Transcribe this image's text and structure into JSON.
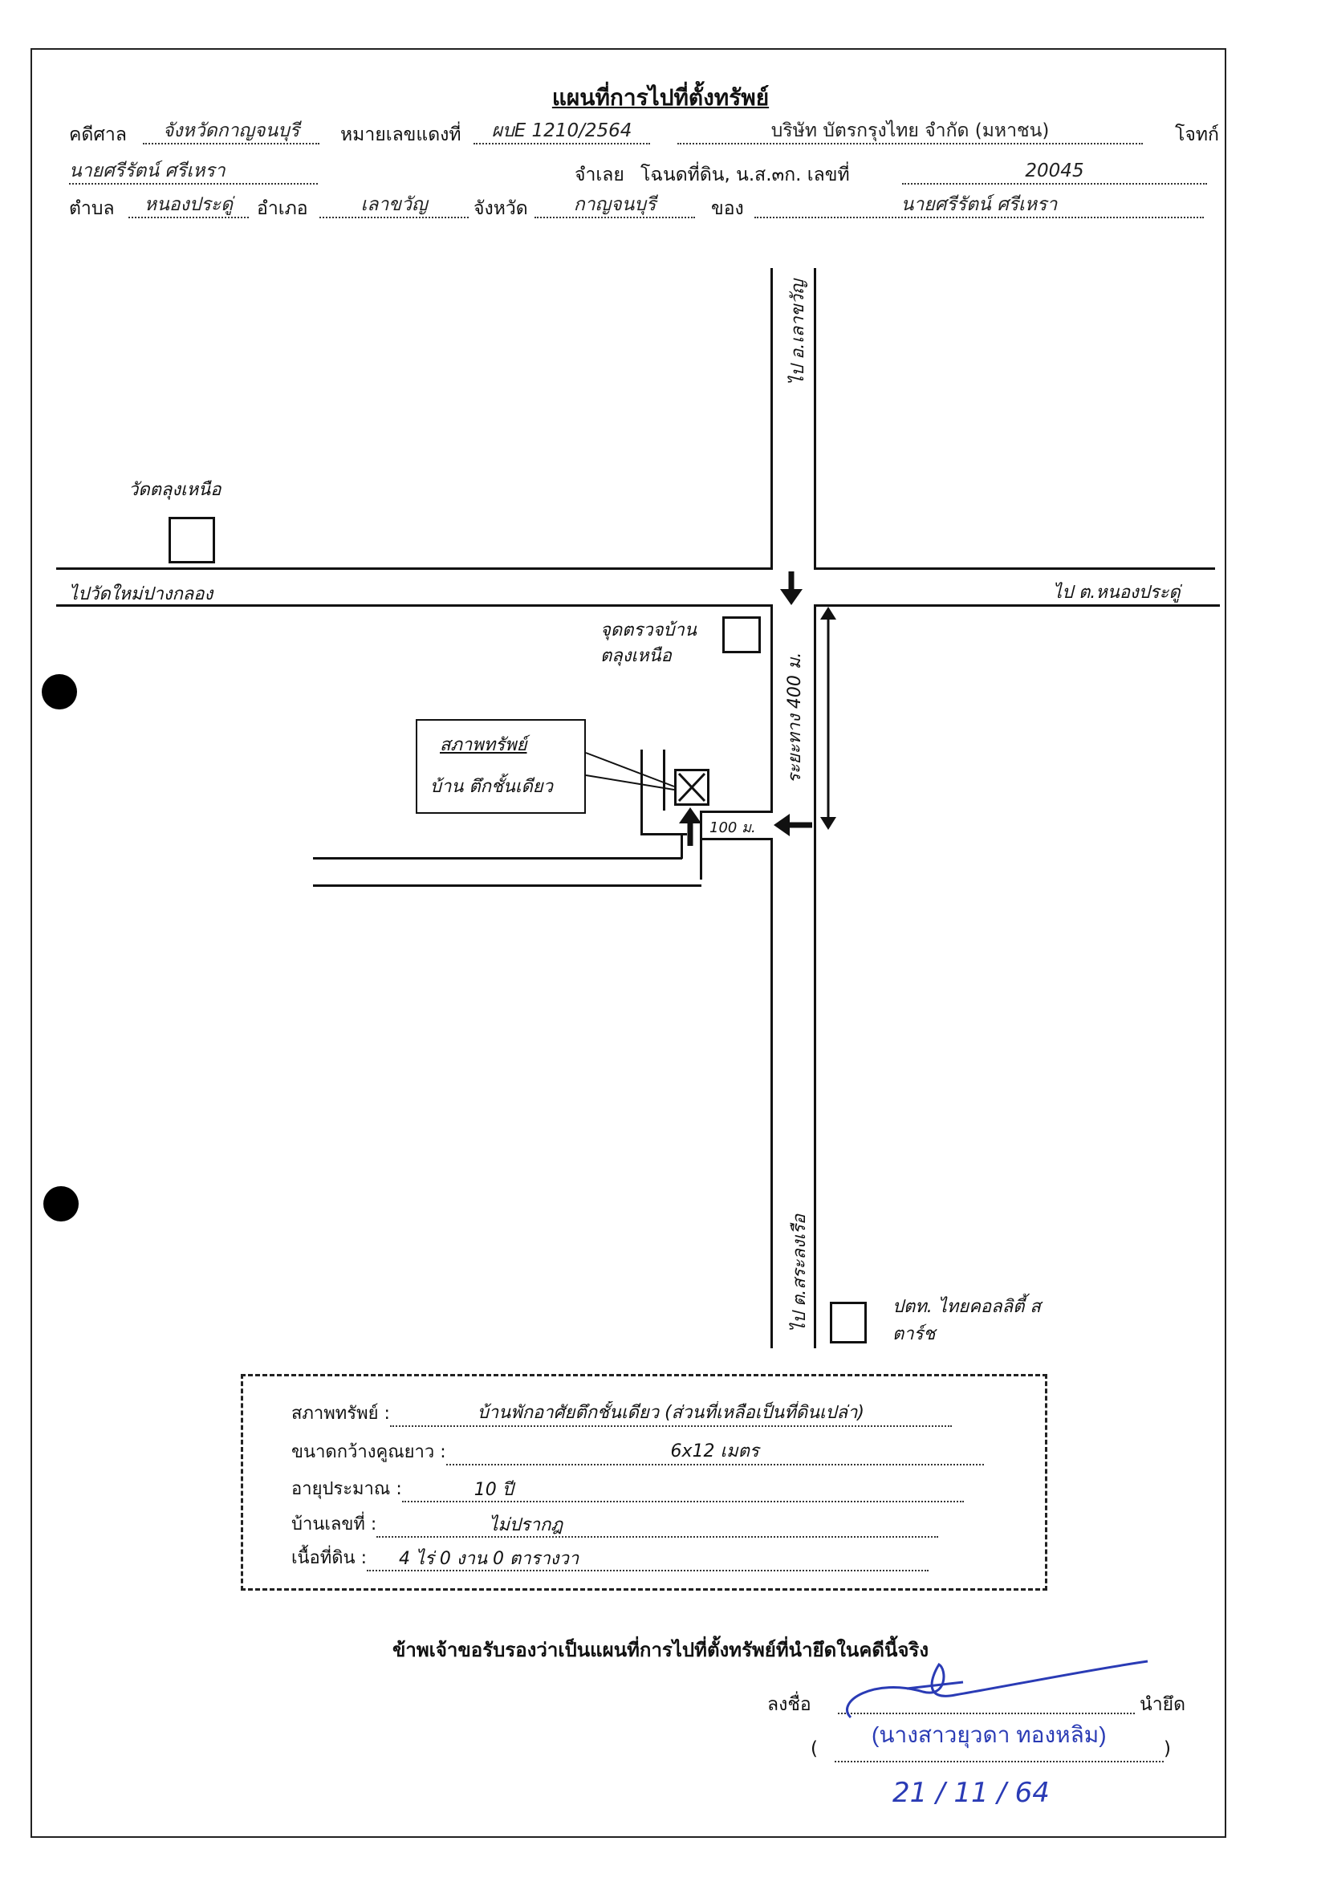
{
  "title": "แผนที่การไปที่ตั้งทรัพย์",
  "header": {
    "court_label": "คดีศาล",
    "court_value": "จังหวัดกาญจนบุรี",
    "case_no_label": "หมายเลขแดงที่",
    "case_no_value": "ผบE 1210/2564",
    "plaintiff_name": "บริษัท บัตรกรุงไทย จำกัด (มหาชน)",
    "plaintiff_label": "โจทก์",
    "defendant_name": "นายศรีรัตน์ ศรีเหรา",
    "defendant_label": "จำเลย",
    "deed_label": "โฉนดที่ดิน, น.ส.๓ก. เลขที่",
    "deed_no": "20045",
    "subdistrict_label": "ตำบล",
    "subdistrict_value": "หนองประดู่",
    "district_label": "อำเภอ",
    "district_value": "เลาขวัญ",
    "province_label": "จังหวัด",
    "province_value": "กาญจนบุรี",
    "owner_label": "ของ",
    "owner_value": "นายศรีรัตน์ ศรีเหรา"
  },
  "map": {
    "temple": "วัดตลุงเหนือ",
    "to_north": "ไป อ.เลาขวัญ",
    "to_west": "ไปวัดใหม่ปางกลอง",
    "to_east": "ไป ต.หนองประดู่",
    "checkpoint": "จุดตรวจบ้านตลุงเหนือ",
    "property_title": "สภาพทรัพย์",
    "property_desc": "บ้าน ตึกชั้นเดียว",
    "distance_400": "ระยะทาง 400 ม.",
    "distance_100": "100 ม.",
    "to_south": "ไป ต.สระลงเรือ",
    "gas_station": "ปตท. ไทยคอลลิตี้ สตาร์ช"
  },
  "info": {
    "condition_label": "สภาพทรัพย์ :",
    "condition_value": "บ้านพักอาศัยตึกชั้นเดียว (ส่วนที่เหลือเป็นที่ดินเปล่า)",
    "size_label": "ขนาดกว้างคูณยาว :",
    "size_value": "6x12 เมตร",
    "age_label": "อายุประมาณ :",
    "age_value": "10 ปี",
    "house_no_label": "บ้านเลขที่ :",
    "house_no_value": "ไม่ปรากฎ",
    "area_label": "เนื้อที่ดิน :",
    "area_value": "4 ไร่ 0 งาน 0 ตารางวา"
  },
  "certify": "ข้าพเจ้าขอรับรองว่าเป็นแผนที่การไปที่ตั้งทรัพย์ที่นำยึดในคดีนี้จริง",
  "signature": {
    "sign_label": "ลงชื่อ",
    "role_label": "นำยึด",
    "open_paren": "(",
    "close_paren": ")",
    "name": "(นางสาวยุวดา ทองหลิม)",
    "date": "21 / 11 / 64"
  }
}
